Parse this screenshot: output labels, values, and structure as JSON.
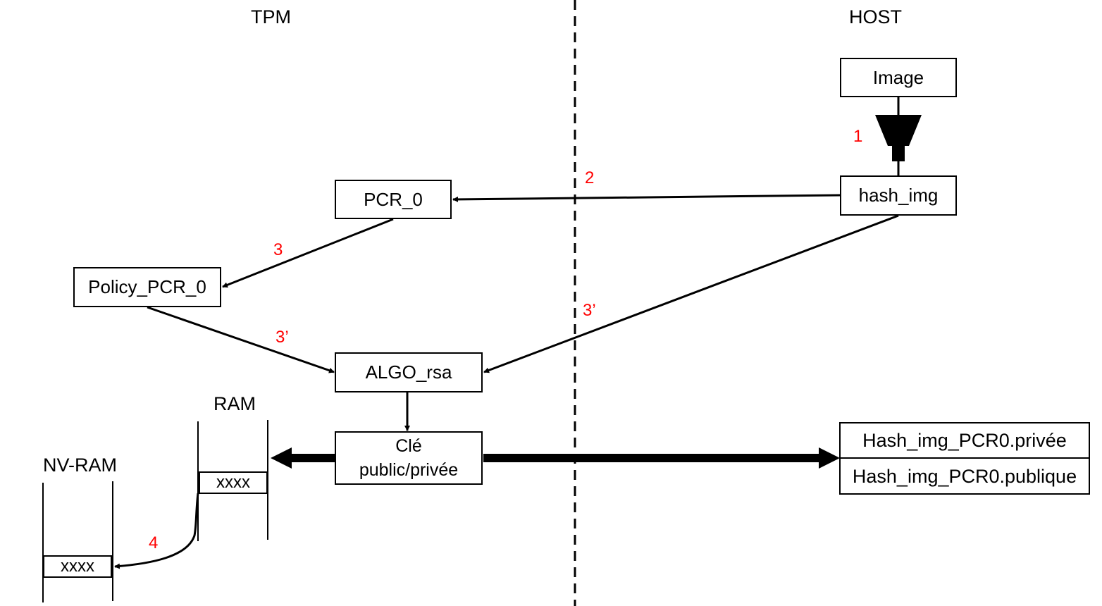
{
  "zones": {
    "tpm_label": "TPM",
    "host_label": "HOST"
  },
  "nodes": {
    "image": "Image",
    "hash_img": "hash_img",
    "pcr_0": "PCR_0",
    "policy_pcr_0": "Policy_PCR_0",
    "algo_rsa": "ALGO_rsa",
    "key_line1": "Clé",
    "key_line2": "public/privée",
    "host_private": "Hash_img_PCR0.privée",
    "host_public": "Hash_img_PCR0.publique"
  },
  "memory": {
    "ram_label": "RAM",
    "ram_cell": "xxxx",
    "nvram_label": "NV-RAM",
    "nvram_cell": "xxxx"
  },
  "steps": {
    "hash": "1",
    "extend_pcr": "2",
    "policy": "3",
    "algo_from_policy": "3’",
    "algo_from_hash": "3’",
    "store_nvram": "4"
  },
  "colors": {
    "step_label": "#ff0000",
    "line": "#000000",
    "background": "#ffffff"
  }
}
